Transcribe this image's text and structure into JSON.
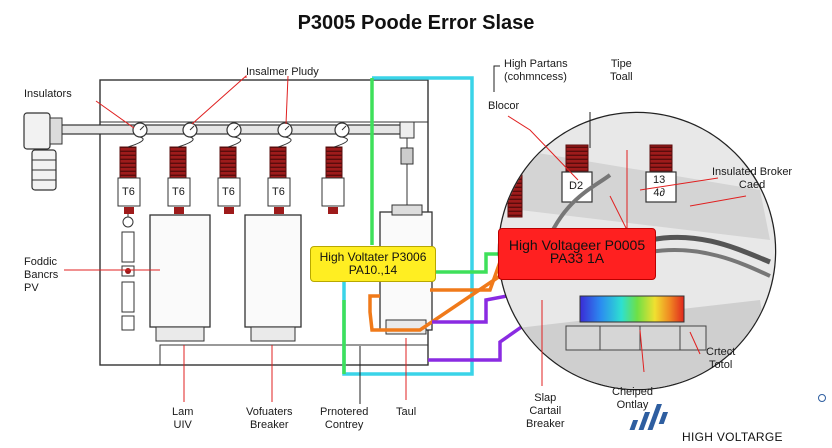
{
  "title": "P3005 Poode Error Slase",
  "labels": {
    "insulators": "Insulators",
    "insalmer_pludy": "Insalmer Pludy",
    "high_partans": "High Partans\n(cohmncess)",
    "tipe_toall": "Tipe\nToall",
    "blocor": "Blocor",
    "insulated_broker": "Insulated Broker\nCaed",
    "foddic_bancrs": "Foddic\nBancrs\nPV",
    "lam_uiv": "Lam\nUIV",
    "vofuaters_breaker": "Vofuaters\nBreaker",
    "prnotered_contrey": "Prnotered\nContrey",
    "taul": "Taul",
    "slap_cartail": "Slap\nCartail\nBreaker",
    "cheiped_ontlay": "Cheiped\nOntlay",
    "crtect_totol": "Crtect\nTotol"
  },
  "fuse_labels": [
    "T6",
    "T6",
    "T6",
    "T6"
  ],
  "zoom_fuse_labels": [
    "D2",
    "13\n4∂"
  ],
  "callouts": {
    "yellow": "High Voltater P3006\nPA10.,14",
    "red": "High Voltageer P0005\nPA33 1A"
  },
  "brand": "HIGH VOLTARGE",
  "colors": {
    "yellow_box": "#ffee22",
    "red_box": "#ff2020",
    "cyan_wire": "#3ad4e8",
    "green_wire": "#3ee05a",
    "orange_wire": "#f07a1a",
    "purple_wire": "#8a2be2",
    "insulator_red": "#9e1b1b"
  }
}
